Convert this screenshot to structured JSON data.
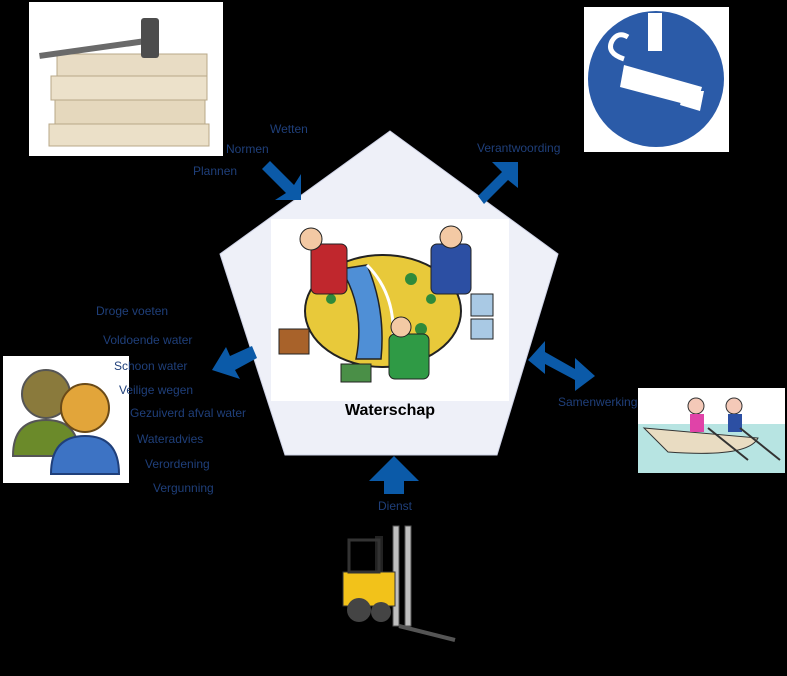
{
  "center": {
    "title": "Waterschap"
  },
  "inputs": {
    "wetten": "Wetten",
    "normen": "Normen",
    "plannen": "Plannen"
  },
  "outputs": {
    "verantwoording": "Verantwoording",
    "samenwerking": "Samenwerking",
    "dienst": "Dienst"
  },
  "citizen_services": [
    "Droge voeten",
    "Voldoende water",
    "Schoon water",
    "Veilige wegen",
    "Gezuiverd afval water",
    "Wateradvies",
    "Verordening",
    "Vergunning"
  ],
  "colors": {
    "background": "#000000",
    "pentagon": "#eef0f8",
    "arrow": "#0b5aa8",
    "label": "#1f3f7a",
    "sign_blue": "#2b5ba8"
  },
  "icons": [
    "law-books-gavel-icon",
    "surveillance-camera-sign-icon",
    "meeting-table-icon",
    "users-icon",
    "rowing-boat-icon",
    "forklift-icon"
  ]
}
